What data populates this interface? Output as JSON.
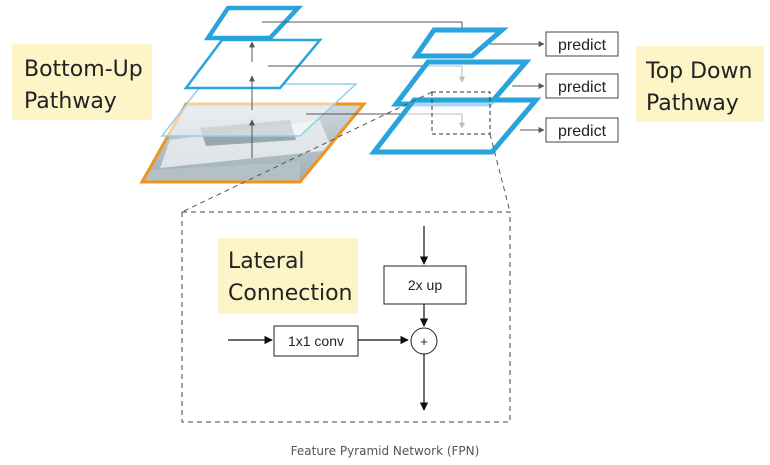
{
  "labels": {
    "bottom_up_line1": "Bottom-Up",
    "bottom_up_line2": "Pathway",
    "top_down_line1": "Top Down",
    "top_down_line2": "Pathway",
    "lateral_line1": "Lateral",
    "lateral_line2": "Connection"
  },
  "predict": [
    "predict",
    "predict",
    "predict"
  ],
  "ops": {
    "upsample": "2x up",
    "conv": "1x1 conv",
    "add": "+"
  },
  "caption": "Feature Pyramid Network (FPN)",
  "colors": {
    "highlight_box": "#fdf5c8",
    "pyramid_blue": "#29a3dc",
    "pyramid_light_blue": "#8fcfee",
    "image_orange": "#f0941e",
    "line": "#555555"
  }
}
